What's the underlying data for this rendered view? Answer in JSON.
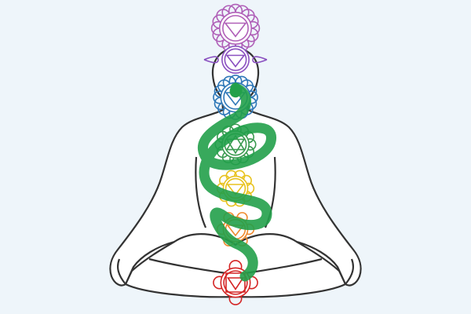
{
  "colors": {
    "background": "#eef5fa",
    "outline": "#333333",
    "body_fill": "#ffffff",
    "snake": "#22a04a",
    "chakras": [
      {
        "name": "crown",
        "color": "#b060b8"
      },
      {
        "name": "third-eye",
        "color": "#8a50c0"
      },
      {
        "name": "throat",
        "color": "#2f78b8"
      },
      {
        "name": "heart",
        "color": "#3a9a50"
      },
      {
        "name": "solar-plexus",
        "color": "#e8c21e"
      },
      {
        "name": "sacral",
        "color": "#f08a2e"
      },
      {
        "name": "root",
        "color": "#d42424"
      }
    ]
  }
}
